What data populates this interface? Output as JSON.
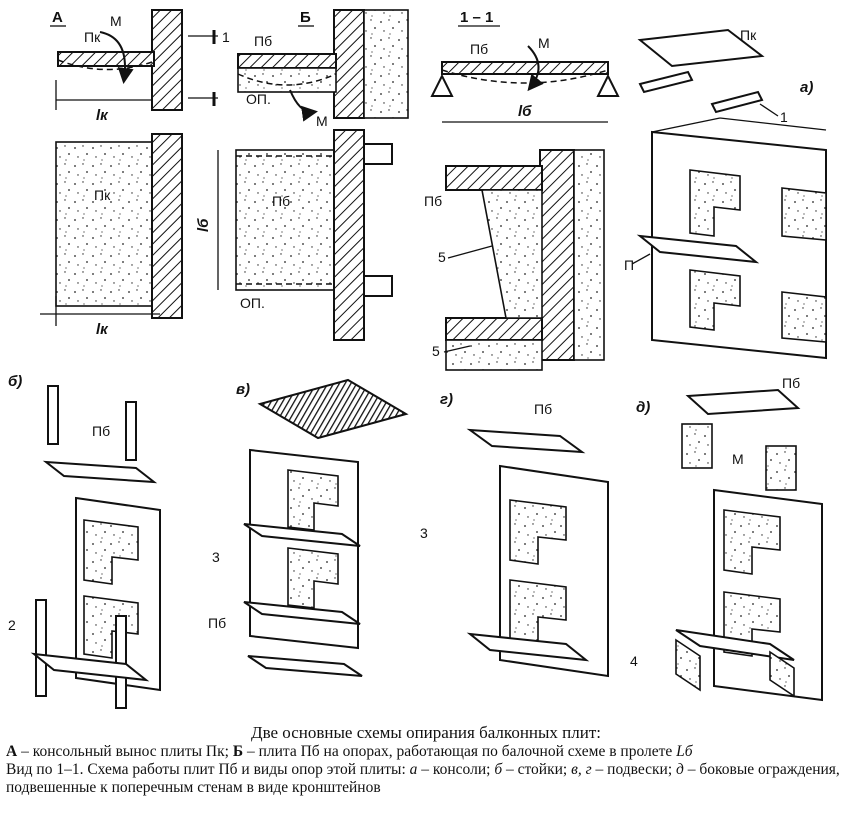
{
  "labels": {
    "section_a": "А",
    "section_b": "Б",
    "section_11": "1 – 1",
    "pk": "Пк",
    "pb": "Пб",
    "moment": "М",
    "lk": "lк",
    "lb": "lб",
    "op": "ОП.",
    "n1": "1",
    "n2": "2",
    "n3": "3",
    "n4": "4",
    "n5": "5",
    "p": "П",
    "va": "а)",
    "vb": "б)",
    "vv": "в)",
    "vg": "г)",
    "vd": "д)"
  },
  "caption": {
    "title": "Две основные схемы опирания балконных плит:",
    "a_key": "А",
    "a_text": " – консольный вынос плиты Пк; ",
    "b_key": "Б",
    "b_text": " – плита Пб на опорах, работающая по балочной схеме в пролете ",
    "span": "Lб",
    "line3": "Вид по 1–1. Схема работы плит Пб и виды опор этой плиты: ",
    "ka": "а",
    "ta": " – консоли; ",
    "kb": "б",
    "tb": " – стойки; ",
    "kvg": "в, г",
    "tvg": " – подвески; ",
    "kd": "д",
    "td": " – боковые ограждения, подвешенные к поперечным стенам в виде кронштейнов"
  }
}
